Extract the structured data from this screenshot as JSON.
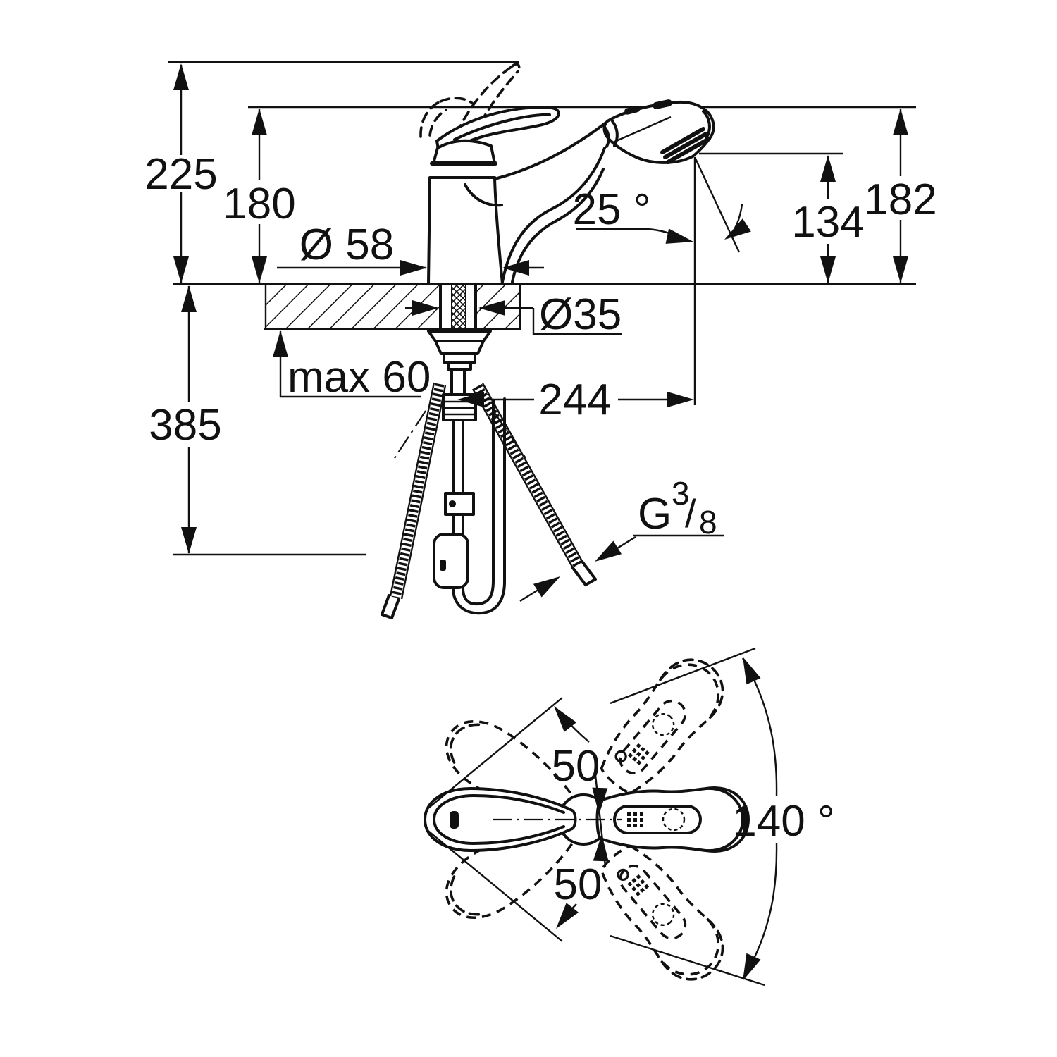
{
  "drawing": {
    "side_view": {
      "deck_to_handle_top": "225",
      "deck_to_spout_top": "180",
      "base_diameter": "Ø 58",
      "spray_head_angle": "25 °",
      "deck_to_outlet": "134",
      "deck_to_head_top": "182",
      "hole_diameter": "Ø35",
      "deck_thickness_max": "max 60",
      "below_deck_depth": "385",
      "spout_reach": "244",
      "thread": {
        "g": "G",
        "numerator": "3",
        "slash": "/",
        "denominator": "8"
      }
    },
    "top_view": {
      "handle_swing_upper": "50 °",
      "handle_swing_lower": "50 °",
      "swivel_total": "140 °"
    }
  }
}
